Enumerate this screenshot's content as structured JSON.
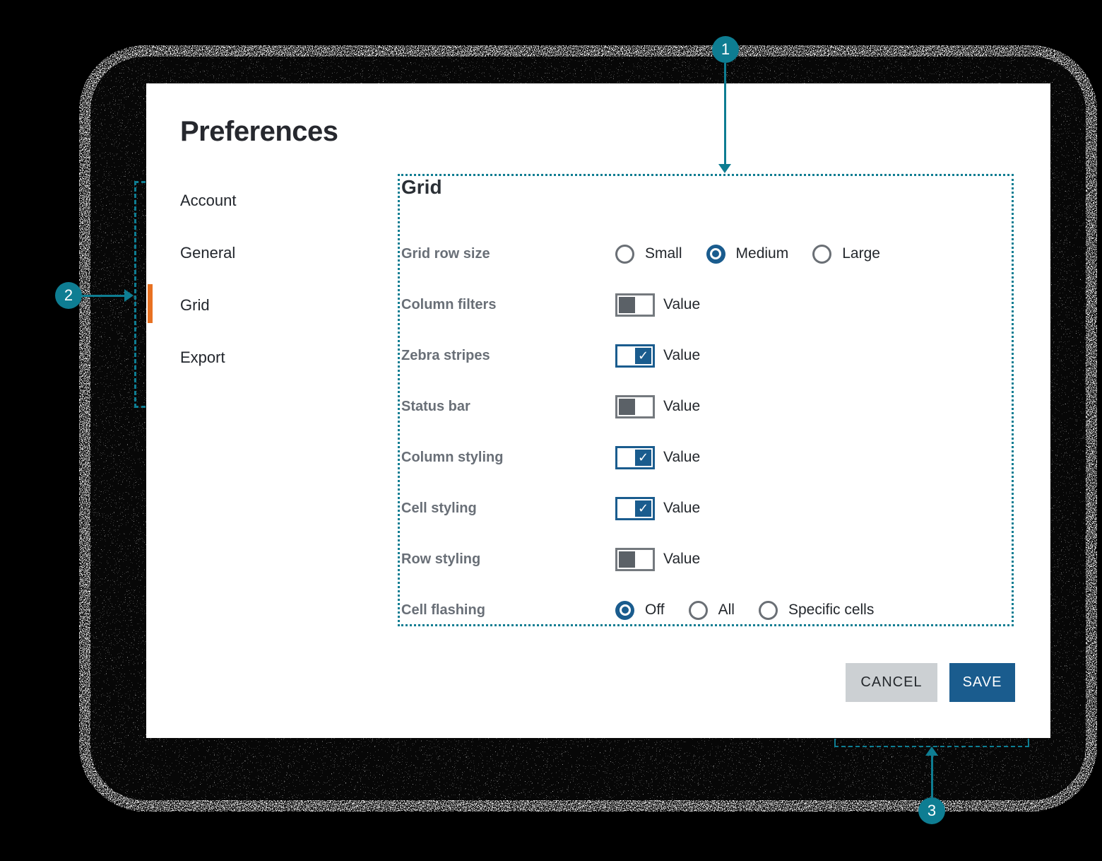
{
  "colors": {
    "annotation_teal": "#0e7d92",
    "primary_blue": "#1a5c8e",
    "selected_tab_orange": "#e87122",
    "cancel_gray": "#ccd0d3",
    "card_white": "#ffffff",
    "background_black": "#000000",
    "muted_label_gray": "#696f77"
  },
  "dialog": {
    "title": "Preferences"
  },
  "sidebar": {
    "items": [
      {
        "label": "Account",
        "selected": false
      },
      {
        "label": "General",
        "selected": false
      },
      {
        "label": "Grid",
        "selected": true
      },
      {
        "label": "Export",
        "selected": false
      }
    ]
  },
  "panel": {
    "heading": "Grid",
    "rows": [
      {
        "label": "Grid row size",
        "type": "radio-group",
        "options": [
          {
            "label": "Small",
            "selected": false
          },
          {
            "label": "Medium",
            "selected": true
          },
          {
            "label": "Large",
            "selected": false
          }
        ]
      },
      {
        "label": "Column filters",
        "type": "toggle",
        "checked": false,
        "value_label": "Value"
      },
      {
        "label": "Zebra stripes",
        "type": "toggle",
        "checked": true,
        "value_label": "Value"
      },
      {
        "label": "Status bar",
        "type": "toggle",
        "checked": false,
        "value_label": "Value"
      },
      {
        "label": "Column styling",
        "type": "toggle",
        "checked": true,
        "value_label": "Value"
      },
      {
        "label": "Cell styling",
        "type": "toggle",
        "checked": true,
        "value_label": "Value"
      },
      {
        "label": "Row styling",
        "type": "toggle",
        "checked": false,
        "value_label": "Value"
      },
      {
        "label": "Cell flashing",
        "type": "radio-group",
        "options": [
          {
            "label": "Off",
            "selected": true
          },
          {
            "label": "All",
            "selected": false
          },
          {
            "label": "Specific cells",
            "selected": false
          }
        ]
      }
    ]
  },
  "footer": {
    "cancel_label": "CANCEL",
    "save_label": "SAVE"
  },
  "annotations": {
    "callouts": [
      {
        "number": "1"
      },
      {
        "number": "2"
      },
      {
        "number": "3"
      }
    ]
  }
}
